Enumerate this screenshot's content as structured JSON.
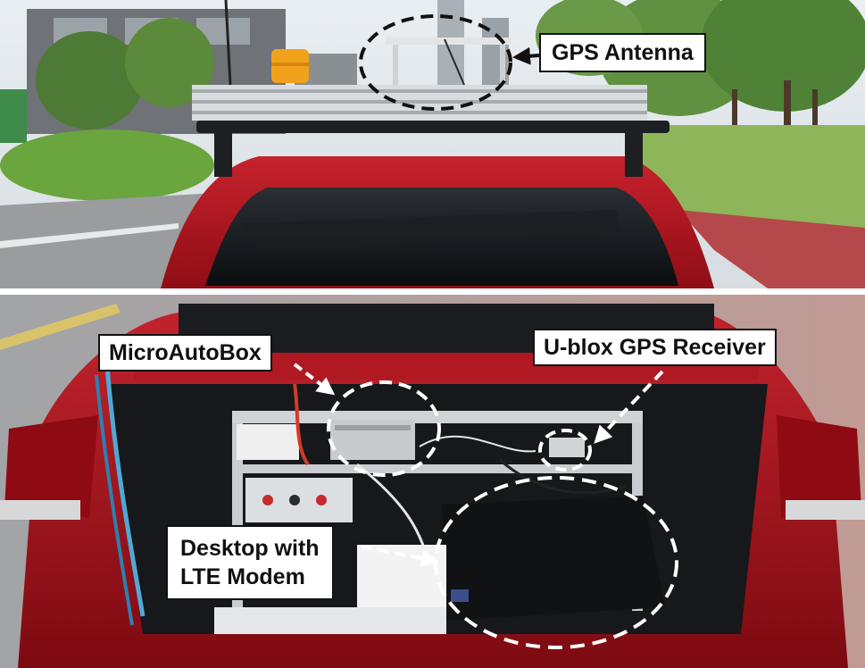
{
  "annotations": {
    "gps_antenna": "GPS Antenna",
    "microautobox": "MicroAutoBox",
    "ublox_receiver": "U-blox GPS Receiver",
    "desktop_line1": "Desktop with",
    "desktop_line2": "LTE Modem"
  },
  "colors": {
    "car_red": "#b3121c",
    "label_border": "#111111",
    "label_fill": "#ffffff",
    "marker_stroke": "#ffffff",
    "antenna_marker_stroke": "#111111"
  }
}
